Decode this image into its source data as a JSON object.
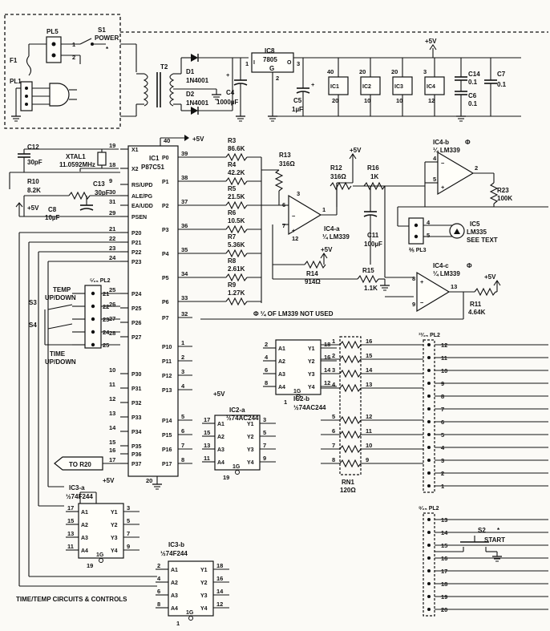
{
  "power": {
    "pl5": "PL5",
    "s1": "S1",
    "s1_label": "POWER",
    "star": "*",
    "f1": "F1",
    "pl1": "PL1",
    "t2": "T2",
    "d1": "D1",
    "d2": "D2",
    "diode_type": "1N4001",
    "ic8": "IC8",
    "reg": "7805",
    "reg_gnd": "G",
    "reg_in": "I",
    "reg_out": "O",
    "c4": "C4",
    "c4_val": "1000µF",
    "c5": "C5",
    "c5_val": "1µF",
    "c14": "C14",
    "c6": "C6",
    "c7": "C7",
    "cap_01": "0.1",
    "plus5v": "+5V",
    "decouple_ics": [
      {
        "name": "IC1",
        "top": "40",
        "bottom": "20"
      },
      {
        "name": "IC2",
        "top": "20",
        "bottom": "10"
      },
      {
        "name": "IC3",
        "top": "20",
        "bottom": "10"
      },
      {
        "name": "IC4",
        "top": "3",
        "bottom": "12"
      }
    ]
  },
  "mcu": {
    "ic1": "IC1",
    "part": "P87C51",
    "xtal": "XTAL1",
    "xtal_val": "11.0592MHz",
    "c12": "C12",
    "c12_val": "30pF",
    "c13": "C13",
    "c13_val": "30pF",
    "r10": "R10",
    "r10_val": "8.2K",
    "c8": "C8",
    "c8_val": "10µF",
    "left_pins": [
      {
        "num": "19",
        "name": "X1"
      },
      {
        "num": "18",
        "name": "X2"
      },
      {
        "num": "9",
        "name": "RS/UPD"
      },
      {
        "num": "30",
        "name": "ALE/PG"
      },
      {
        "num": "31",
        "name": "EA/UDD"
      },
      {
        "num": "29",
        "name": "PSEN"
      },
      {
        "num": "21",
        "name": "P20"
      },
      {
        "num": "22",
        "name": "P21"
      },
      {
        "num": "23",
        "name": "P22"
      },
      {
        "num": "24",
        "name": "P23"
      },
      {
        "num": "25",
        "name": "P24"
      },
      {
        "num": "26",
        "name": "P25"
      },
      {
        "num": "27",
        "name": "P26"
      },
      {
        "num": "28",
        "name": "P27"
      },
      {
        "num": "10",
        "name": "P30"
      },
      {
        "num": "11",
        "name": "P31"
      },
      {
        "num": "12",
        "name": "P32"
      },
      {
        "num": "13",
        "name": "P33"
      },
      {
        "num": "14",
        "name": "P34"
      },
      {
        "num": "15",
        "name": "P35"
      },
      {
        "num": "16",
        "name": "P36"
      },
      {
        "num": "17",
        "name": "P37"
      }
    ],
    "right_pins": [
      {
        "num": "39",
        "name": "P0"
      },
      {
        "num": "38",
        "name": "P1"
      },
      {
        "num": "37",
        "name": "P2"
      },
      {
        "num": "36",
        "name": "P3"
      },
      {
        "num": "35",
        "name": "P4"
      },
      {
        "num": "34",
        "name": "P5"
      },
      {
        "num": "33",
        "name": "P6"
      },
      {
        "num": "32",
        "name": "P7"
      },
      {
        "num": "1",
        "name": "P10"
      },
      {
        "num": "2",
        "name": "P11"
      },
      {
        "num": "3",
        "name": "P12"
      },
      {
        "num": "4",
        "name": "P13"
      },
      {
        "num": "5",
        "name": "P14"
      },
      {
        "num": "6",
        "name": "P15"
      },
      {
        "num": "7",
        "name": "P16"
      },
      {
        "num": "8",
        "name": "P17"
      }
    ],
    "pin40": "40",
    "pin20": "20"
  },
  "dac": [
    {
      "name": "R3",
      "val": "86.6K"
    },
    {
      "name": "R4",
      "val": "42.2K"
    },
    {
      "name": "R5",
      "val": "21.5K"
    },
    {
      "name": "R6",
      "val": "10.5K"
    },
    {
      "name": "R7",
      "val": "5.36K"
    },
    {
      "name": "R8",
      "val": "2.61K"
    },
    {
      "name": "R9",
      "val": "1.27K"
    }
  ],
  "comparator": {
    "r13": "R13",
    "r13_val": "316Ω",
    "r12": "R12",
    "r12_val": "316Ω",
    "r16": "R16",
    "r16_val": "1K",
    "r23": "R23",
    "r23_val": "100K",
    "r14": "R14",
    "r14_val": "914Ω",
    "r15": "R15",
    "r15_val": "1.1K",
    "r11": "R11",
    "r11_val": "4.64K",
    "c11": "C11",
    "c11_val": "100µF",
    "ic4a": "IC4-a",
    "ic4b": "IC4-b",
    "ic4c": "IC4-c",
    "lm339": "¼ LM339",
    "ic5": "IC5",
    "ic5_part": "LM335",
    "see_text": "SEE TEXT",
    "pl3": "⅖ PL3",
    "phi": "Φ",
    "note": "Φ ¼ OF LM339 NOT USED"
  },
  "switches": {
    "pl2": "⁵⁄₂₅ PL2",
    "temp": "TEMP",
    "updown": "UP/DOWN",
    "time": "TIME",
    "s3": "S3",
    "s4": "S4",
    "pins": [
      "21",
      "22",
      "23",
      "24",
      "25"
    ]
  },
  "buffers": {
    "ic2a": "IC2-a",
    "ic2b": "IC2-b",
    "ic2_part": "½74AC244",
    "ic3a": "IC3-a",
    "ic3b": "IC3-b",
    "ic3_part": "½74F244",
    "a": [
      "A1",
      "A2",
      "A3",
      "A4"
    ],
    "y": [
      "Y1",
      "Y2",
      "Y3",
      "Y4"
    ],
    "g": "1G",
    "ic2b_in": [
      "2",
      "4",
      "6",
      "8"
    ],
    "ic2b_out": [
      "18",
      "16",
      "14",
      "12"
    ],
    "ic2b_g": "1",
    "ic2a_in": [
      "17",
      "15",
      "13",
      "11"
    ],
    "ic2a_out": [
      "3",
      "5",
      "7",
      "9"
    ],
    "ic2a_g": "19",
    "ic2a_vcc": "20",
    "ic2a_gnd": "10",
    "ic3a_in": [
      "17",
      "15",
      "13",
      "11"
    ],
    "ic3a_out": [
      "3",
      "5",
      "7",
      "9"
    ],
    "ic3a_g": "19",
    "ic3a_gnd": "10",
    "ic3b_in": [
      "2",
      "4",
      "6",
      "8"
    ],
    "ic3b_out": [
      "18",
      "16",
      "14",
      "12"
    ],
    "ic3b_g": "1"
  },
  "output": {
    "rn1": "RN1",
    "rn1_val": "120Ω",
    "pl2_top": "¹²⁄₂₅ PL2",
    "pl2_top_pins": [
      "12",
      "11",
      "10",
      "9",
      "8",
      "7",
      "6",
      "5",
      "4",
      "3",
      "2",
      "1"
    ],
    "rn_left": [
      "1",
      "2",
      "3",
      "4",
      "5",
      "6",
      "7",
      "8"
    ],
    "rn_right": [
      "16",
      "15",
      "14",
      "13",
      "12",
      "11",
      "10",
      "9"
    ],
    "pl2_bot": "⁸⁄₂₅ PL2",
    "pl2_bot_pins": [
      "13",
      "14",
      "15",
      "16",
      "17",
      "18",
      "19",
      "20"
    ],
    "s2": "S2",
    "start": "START",
    "to_r20": "TO R20",
    "caption": "TIME/TEMP CIRCUITS & CONTROLS"
  }
}
